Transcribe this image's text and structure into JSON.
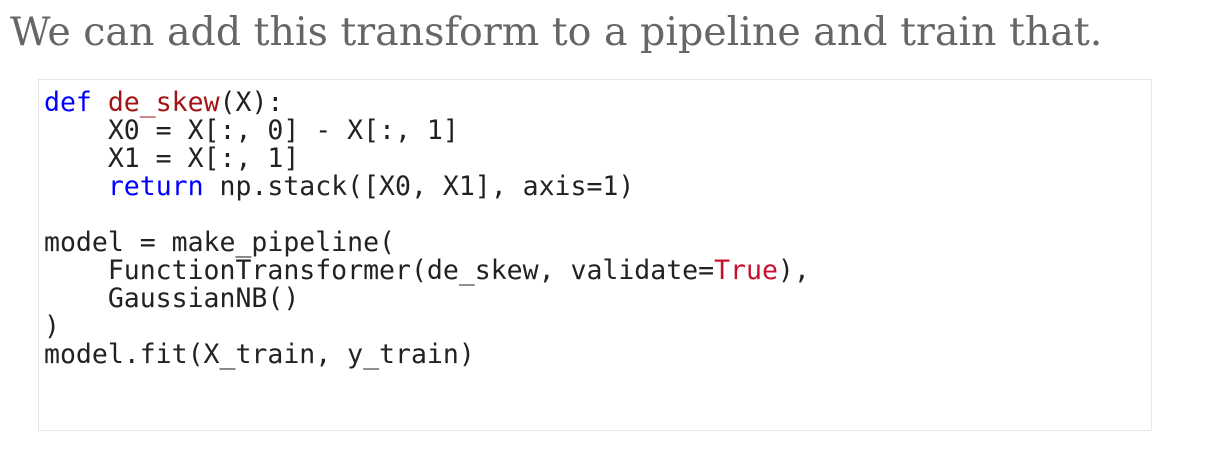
{
  "heading": "We can add this transform to a pipeline and train that.",
  "code": {
    "line1": {
      "kw": "def",
      "sp": " ",
      "fn": "de_skew",
      "rest": "(X):"
    },
    "line2": "    X0 = X[:, 0] - X[:, 1]",
    "line3": "    X1 = X[:, 1]",
    "line4": {
      "indent": "    ",
      "kw": "return",
      "rest": " np.stack([X0, X1], axis=1)"
    },
    "line5": " ",
    "line6": "model = make_pipeline(",
    "line7": {
      "pre": "    FunctionTransformer(de_skew, validate=",
      "const": "True",
      "post": "),"
    },
    "line8": "    GaussianNB()",
    "line9": ")",
    "line10": "model.fit(X_train, y_train)"
  },
  "colors": {
    "heading_text": "#666666",
    "code_text": "#222222",
    "keyword": "#0000ff",
    "function_name": "#a31515",
    "constant": "#c8102e",
    "code_border": "#e6e6e6"
  }
}
